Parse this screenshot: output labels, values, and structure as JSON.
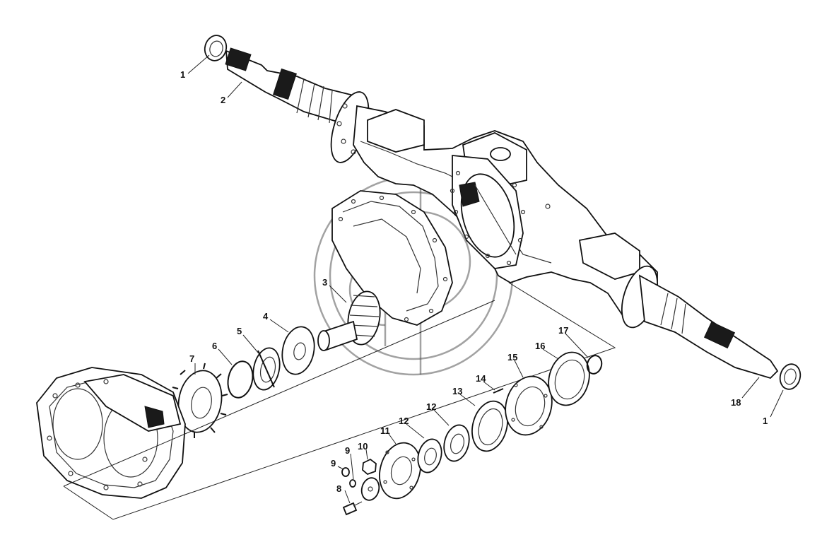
{
  "diagram": {
    "callouts": [
      {
        "id": "c1a",
        "label": "1"
      },
      {
        "id": "c2",
        "label": "2"
      },
      {
        "id": "c3",
        "label": "3"
      },
      {
        "id": "c4",
        "label": "4"
      },
      {
        "id": "c5",
        "label": "5"
      },
      {
        "id": "c6",
        "label": "6"
      },
      {
        "id": "c7",
        "label": "7"
      },
      {
        "id": "c8",
        "label": "8"
      },
      {
        "id": "c9a",
        "label": "9"
      },
      {
        "id": "c9b",
        "label": "9"
      },
      {
        "id": "c10",
        "label": "10"
      },
      {
        "id": "c11",
        "label": "11"
      },
      {
        "id": "c12a",
        "label": "12"
      },
      {
        "id": "c12b",
        "label": "12"
      },
      {
        "id": "c13",
        "label": "13"
      },
      {
        "id": "c14",
        "label": "14"
      },
      {
        "id": "c15",
        "label": "15"
      },
      {
        "id": "c16",
        "label": "16"
      },
      {
        "id": "c17",
        "label": "17"
      },
      {
        "id": "c18",
        "label": "18"
      },
      {
        "id": "c1b",
        "label": "1"
      }
    ]
  }
}
